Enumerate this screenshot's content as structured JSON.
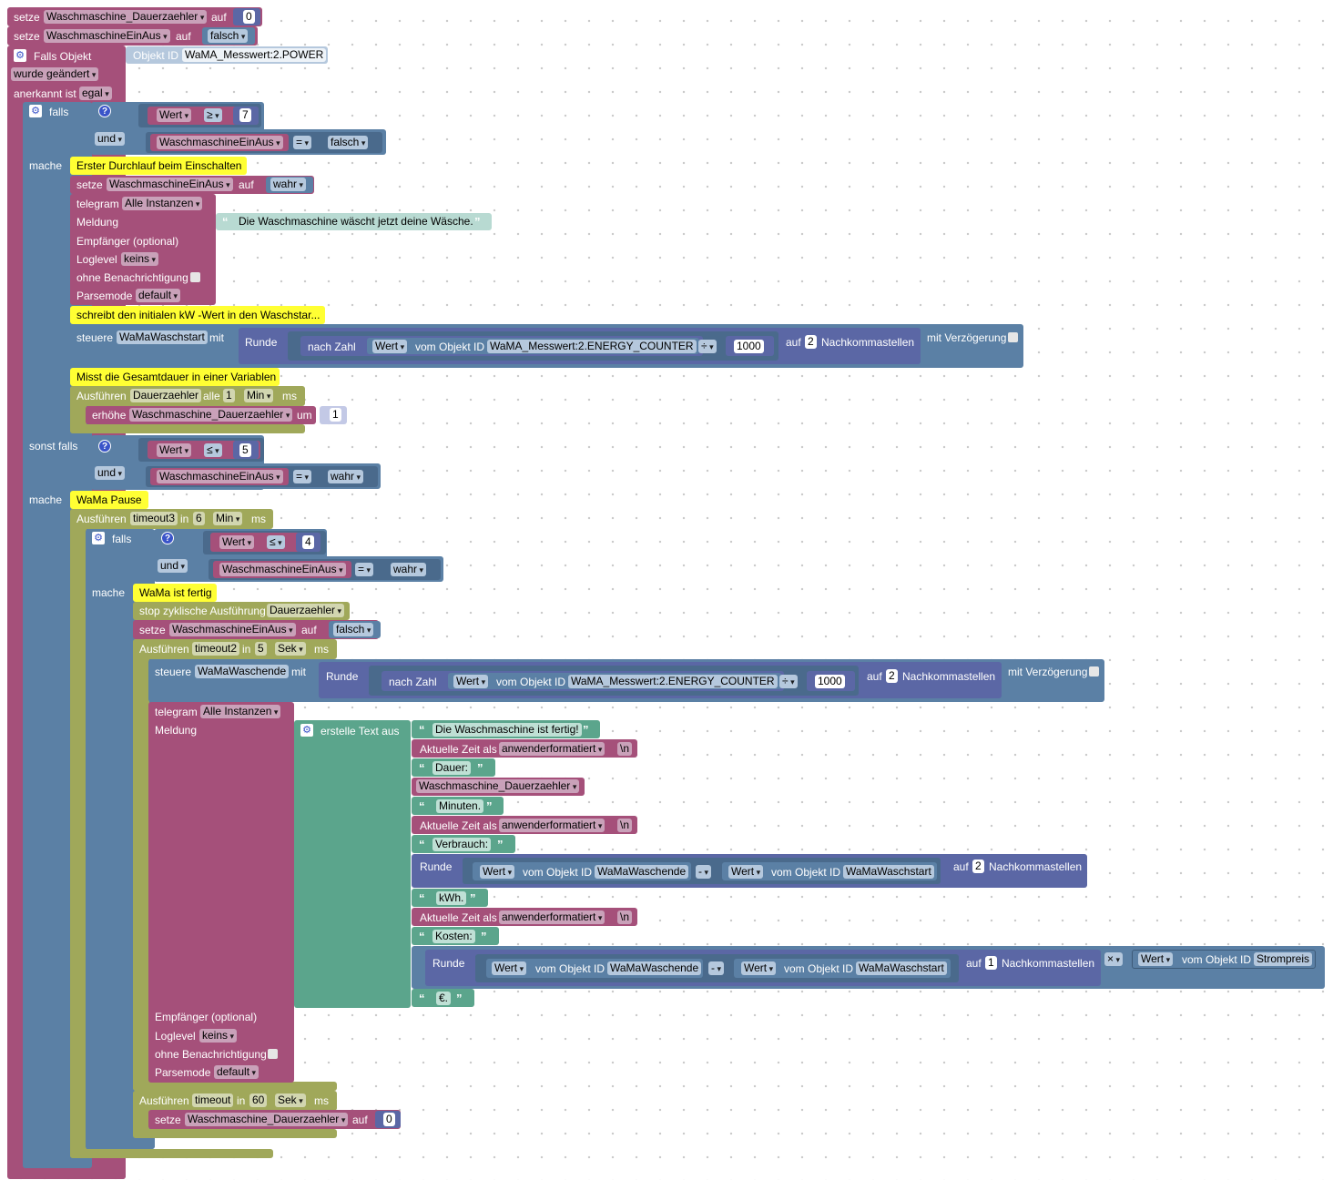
{
  "kw": {
    "setze": "setze",
    "auf": "auf",
    "falls_objekt": "Falls Objekt",
    "objekt_id": "Objekt ID",
    "mit": "mit",
    "falls": "falls",
    "und": "und",
    "mache": "mache",
    "sonst_falls": "sonst falls",
    "telegram": "telegram",
    "meldung": "Meldung",
    "empfaenger": "Empfänger (optional)",
    "loglevel": "Loglevel",
    "ohne_benachrichtigung": "ohne Benachrichtigung",
    "parsemode": "Parsemode",
    "steuere": "steuere",
    "runde": "Runde",
    "nach_zahl": "nach Zahl",
    "vom_objekt_id": "vom Objekt ID",
    "nachkommastellen": "Nachkommastellen",
    "mit_verzoegerung": "mit Verzögerung",
    "ausfuehren": "Ausführen",
    "alle": "alle",
    "in": "in",
    "ms": "ms",
    "erhoehe": "erhöhe",
    "um": "um",
    "stop_zyklisch": "stop zyklische Ausführung",
    "erstelle_text_aus": "erstelle Text aus",
    "aktuelle_zeit_als": "Aktuelle Zeit als",
    "wert": "Wert"
  },
  "top": {
    "var_dauer": "Waschmaschine_Dauerzaehler",
    "val_zero": "0",
    "var_einaus": "WaschmaschineEinAus",
    "val_falsch": "falsch",
    "trigger_id": "WaMA_Messwert:2.POWER",
    "trigger_event": "wurde geändert",
    "anerkannt_label": "anerkannt ist",
    "anerkannt_value": "egal"
  },
  "if1": {
    "op1": "≥",
    "num1": "7",
    "op2": "=",
    "bool2": "falsch",
    "comment1": "Erster Durchlauf beim Einschalten",
    "set_bool": "wahr",
    "tg_instances": "Alle Instanzen",
    "tg_message": "Die Waschmaschine wäscht jetzt deine Wäsche.",
    "loglevel": "keins",
    "parsemode": "default",
    "comment2": "schreibt den initialen kW -Wert in den Waschstar...",
    "steuere_obj": "WaMaWaschstart",
    "energy_id": "WaMA_Messwert:2.ENERGY_COUNTER",
    "div_op": "÷",
    "div_num": "1000",
    "decimals": "2",
    "comment3": "Misst die Gesamtdauer in einer Variablen",
    "timer_name": "Dauerzaehler",
    "timer_every": "1",
    "timer_unit": "Min",
    "incr_by": "1"
  },
  "if2": {
    "op1": "≤",
    "num1": "5",
    "op2": "=",
    "bool2": "wahr",
    "comment1": "WaMa Pause",
    "timeout_name": "timeout3",
    "timeout_val": "6",
    "timeout_unit": "Min",
    "inner_op1": "≤",
    "inner_num1": "4",
    "inner_op2": "=",
    "inner_bool2": "wahr",
    "comment2": "WaMa ist fertig",
    "stop_timer": "Dauerzaehler",
    "set_bool": "falsch",
    "timeout2_name": "timeout2",
    "timeout2_val": "5",
    "timeout2_unit": "Sek",
    "steuere_obj": "WaMaWaschende",
    "energy_id": "WaMA_Messwert:2.ENERGY_COUNTER",
    "div_op": "÷",
    "div_num": "1000",
    "decimals": "2",
    "tg_instances": "Alle Instanzen",
    "text_parts": {
      "t1": "Die Waschmaschine ist fertig!",
      "time_format": "anwenderformatiert",
      "nl": "\\n",
      "t2": "Dauer:",
      "var_dauer": "Waschmaschine_Dauerzaehler",
      "t3": "Minuten.",
      "t4": "Verbrauch:",
      "obj_ende": "WaMaWaschende",
      "minus": "-",
      "obj_start": "WaMaWaschstart",
      "round_decimals": "2",
      "t5": "kWh.",
      "t6": "Kosten:",
      "round2_decimals": "1",
      "times": "×",
      "obj_preis": "Strompreis",
      "t7": "€."
    },
    "loglevel": "keins",
    "parsemode": "default",
    "timeout_final_name": "timeout",
    "timeout_final_val": "60",
    "timeout_final_unit": "Sek"
  }
}
